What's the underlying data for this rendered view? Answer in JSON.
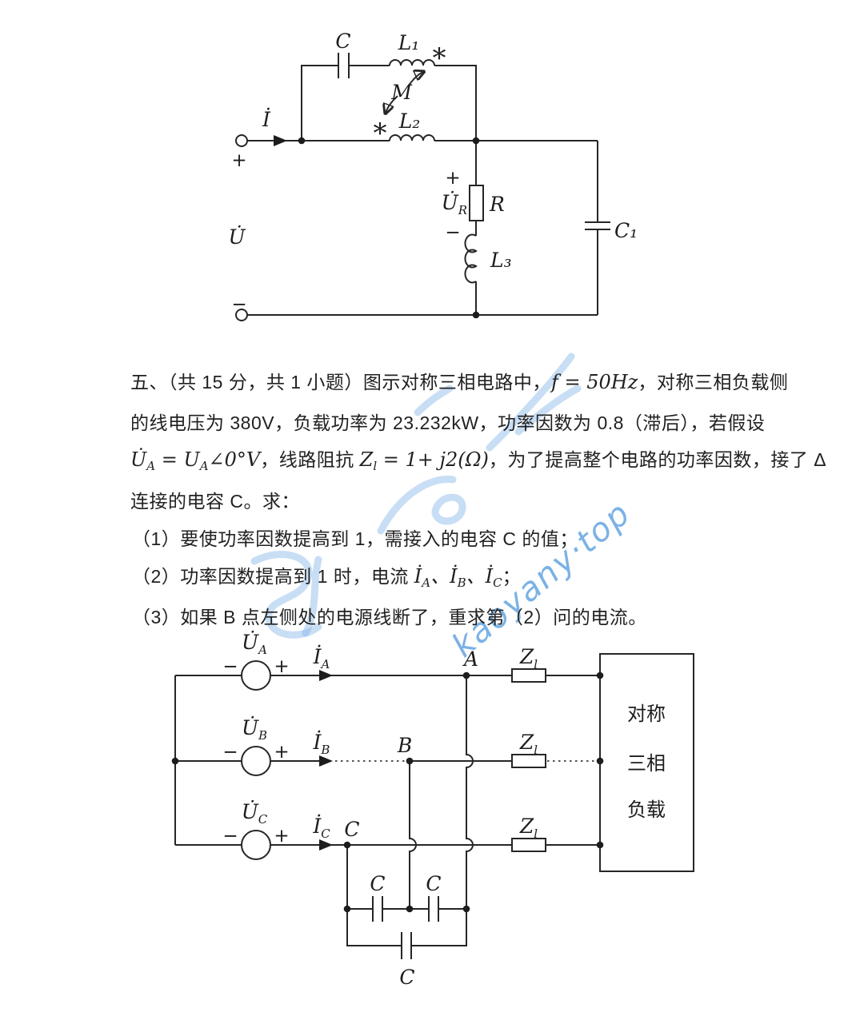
{
  "colors": {
    "ink": "#262626",
    "watermark_blue": "#5b9fe0"
  },
  "watermark": {
    "site_text": "kaoyany·top"
  },
  "problem": {
    "line1_pre": "五、（共 15 分，共 1 小题）图示对称三相电路中，",
    "line1_math": "f = 50Hz",
    "line1_post": "，对称三相负载侧",
    "line2": "的线电压为 380V，负载功率为 23.232kW，功率因数为 0.8（滞后），若假设",
    "line3": {
      "u_dot": "U̇",
      "u_sub": "A",
      "eq": " = ",
      "u2": "U",
      "u2_sub": "A",
      "angle": "∠0°V",
      "mid": "，线路阻抗 ",
      "z": "Z",
      "z_sub": "l",
      "z_rest": " = 1+ j2(Ω)",
      "post": "，为了提高整个电路的功率因数，接了 Δ"
    },
    "line4": "连接的电容 C。求：",
    "item1": "（1）要使功率因数提高到 1，需接入的电容 C 的值；",
    "item2": {
      "pre": "（2）功率因数提高到 1 时，电流 ",
      "i": "İ",
      "s1": "A",
      "sep": "、",
      "s2": "B",
      "s3": "C",
      "end": "；"
    },
    "item3": "（3）如果 B 点左侧处的电源线断了，重求第（2）问的电流。"
  },
  "circuit1": {
    "current": "İ",
    "u": "U̇",
    "plus": "+",
    "minus": "−",
    "cap": "C",
    "l1": "L₁",
    "l2": "L₂",
    "l3": "L₃",
    "m": "M",
    "star": "*",
    "ur": "U̇",
    "ur_sub": "R",
    "r": "R",
    "c1": "C₁"
  },
  "circuit2": {
    "u": "U̇",
    "ua_sub": "A",
    "ub_sub": "B",
    "uc_sub": "C",
    "i": "İ",
    "plus": "+",
    "minus": "−",
    "node_a": "A",
    "node_b": "B",
    "node_c": "C",
    "z": "Z",
    "z_sub": "l",
    "cap": "C",
    "load_line1": "对称",
    "load_line2": "三相",
    "load_line3": "负载"
  }
}
